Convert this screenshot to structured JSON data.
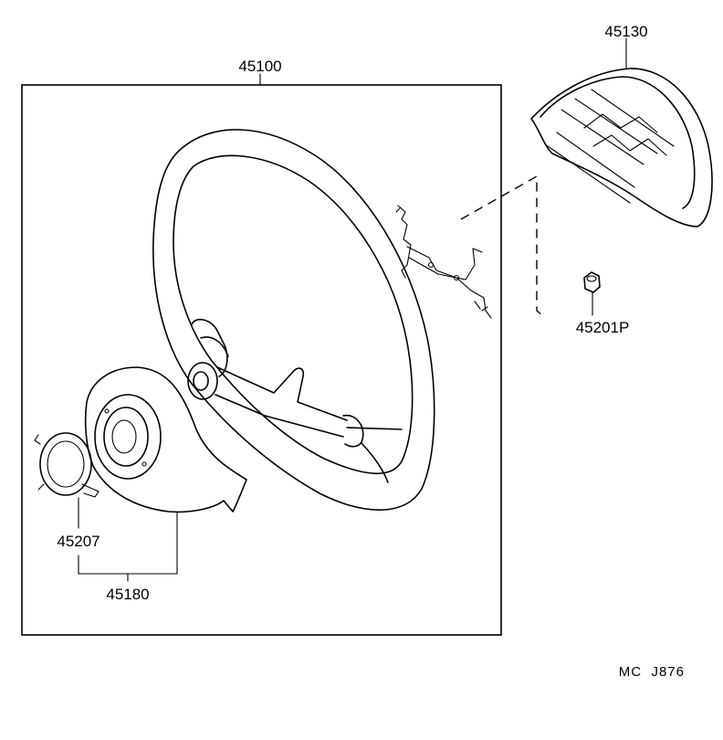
{
  "parts": {
    "wheel_assembly": "45100",
    "center_pad": "45130",
    "nut": "45201P",
    "lower_cover": "45180",
    "spiral_ring": "45207"
  },
  "diagram_code": "MC  J876"
}
